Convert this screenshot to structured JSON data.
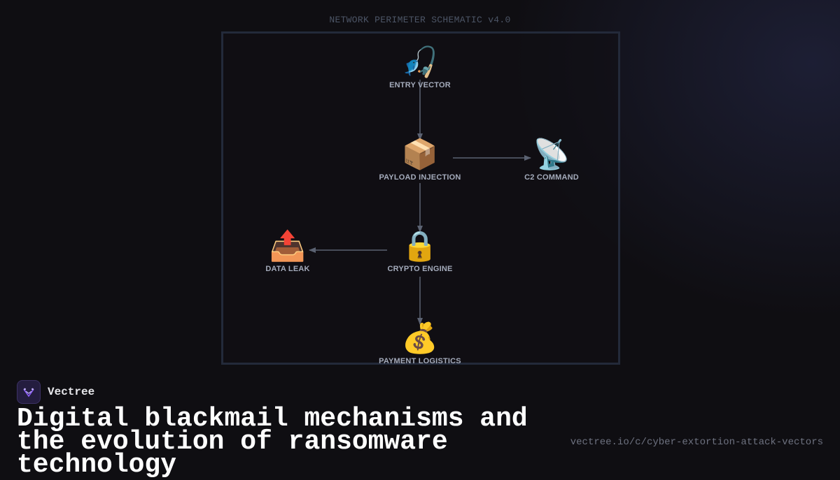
{
  "diagram": {
    "title": "NETWORK PERIMETER SCHEMATIC v4.0",
    "nodes": [
      {
        "id": "entry",
        "icon": "fishing-pole-icon",
        "emoji": "🎣",
        "label": "ENTRY VECTOR"
      },
      {
        "id": "payload",
        "icon": "package-icon",
        "emoji": "📦",
        "label": "PAYLOAD INJECTION"
      },
      {
        "id": "c2",
        "icon": "satellite-antenna-icon",
        "emoji": "📡",
        "label": "C2 COMMAND"
      },
      {
        "id": "leak",
        "icon": "outbox-tray-icon",
        "emoji": "📤",
        "label": "DATA LEAK"
      },
      {
        "id": "crypto",
        "icon": "lock-icon",
        "emoji": "🔒",
        "label": "CRYPTO ENGINE"
      },
      {
        "id": "payment",
        "icon": "money-bag-icon",
        "emoji": "💰",
        "label": "PAYMENT LOGISTICS"
      }
    ],
    "edges": [
      {
        "from": "entry",
        "to": "payload"
      },
      {
        "from": "payload",
        "to": "c2"
      },
      {
        "from": "payload",
        "to": "crypto"
      },
      {
        "from": "crypto",
        "to": "leak"
      },
      {
        "from": "crypto",
        "to": "payment"
      }
    ],
    "colors": {
      "edge": "#5b6272",
      "frame": "#232a3a",
      "label": "#a4abbb"
    }
  },
  "brand": {
    "name": "Vectree",
    "icon": "vectree-logo-icon",
    "accent": "#8b5cf6"
  },
  "headline": "Digital blackmail mechanisms and the evolution of ransomware technology",
  "url": "vectree.io/c/cyber-extortion-attack-vectors"
}
